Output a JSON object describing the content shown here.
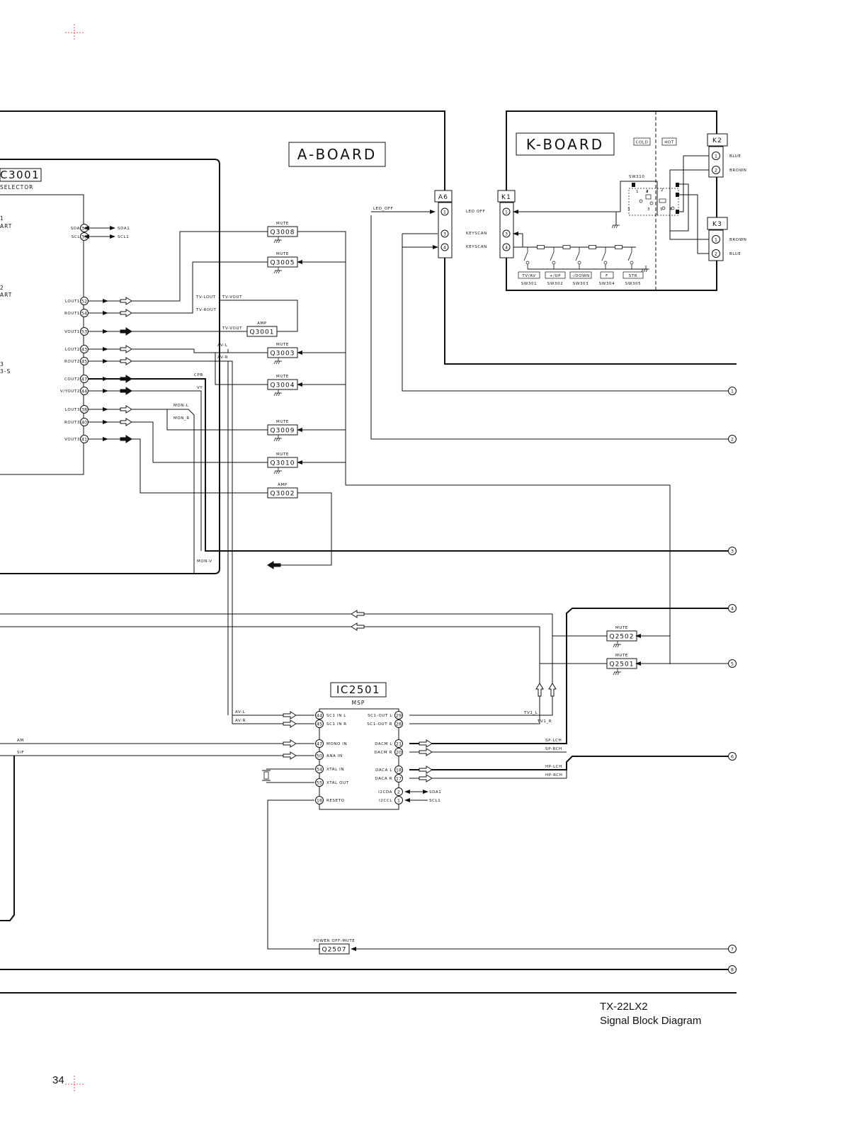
{
  "footer": {
    "model": "TX-22LX2",
    "subtitle": "Signal Block Diagram",
    "page_number": "34"
  },
  "boards": {
    "a_board": "A-BOARD",
    "k_board": "K-BOARD",
    "cold": "COLD",
    "hot": "HOT"
  },
  "ic3001": {
    "name": "C3001",
    "desc": "SELECTOR",
    "left_labels": [
      "1",
      "ART",
      "2",
      "ART",
      "3",
      "3-S"
    ],
    "pins": [
      {
        "name": "SDA",
        "num": "34",
        "net": "SDA1"
      },
      {
        "name": "SCL",
        "num": "33",
        "net": "SCL1"
      },
      {
        "name": "LOUT1",
        "num": "52"
      },
      {
        "name": "ROUT1",
        "num": "54"
      },
      {
        "name": "VOUT1",
        "num": "53"
      },
      {
        "name": "LOUT2",
        "num": "43"
      },
      {
        "name": "ROUT2",
        "num": "45"
      },
      {
        "name": "COUT2",
        "num": "47"
      },
      {
        "name": "V/YOUT2",
        "num": "44"
      },
      {
        "name": "LOUT3",
        "num": "38"
      },
      {
        "name": "ROUT3",
        "num": "40"
      },
      {
        "name": "VOUT3",
        "num": "41"
      }
    ]
  },
  "ic2501": {
    "name": "IC2501",
    "desc": "MSP",
    "left_pins": [
      {
        "num": "44",
        "name": "SC1 IN L"
      },
      {
        "num": "45",
        "name": "SC1 IN R"
      },
      {
        "num": "47",
        "name": "MONO IN"
      },
      {
        "num": "50",
        "name": "ANA IN"
      },
      {
        "num": "54",
        "name": "XTAL IN"
      },
      {
        "num": "55",
        "name": "XTAL OUT"
      },
      {
        "num": "16",
        "name": "RESETQ"
      }
    ],
    "right_pins": [
      {
        "num": "29",
        "name": "SC1-OUT L"
      },
      {
        "num": "28",
        "name": "SC1-OUT R"
      },
      {
        "num": "21",
        "name": "DACM L"
      },
      {
        "num": "20",
        "name": "DACM R"
      },
      {
        "num": "18",
        "name": "DACA L"
      },
      {
        "num": "17",
        "name": "DACA R"
      },
      {
        "num": "2",
        "name": "I2CDA"
      },
      {
        "num": "1",
        "name": "I2CCL"
      }
    ]
  },
  "transistors": [
    {
      "role": "MUTE",
      "ref": "Q3008"
    },
    {
      "role": "MUTE",
      "ref": "Q3005"
    },
    {
      "role": "AMP",
      "ref": "Q3001"
    },
    {
      "role": "MUTE",
      "ref": "Q3003"
    },
    {
      "role": "MUTE",
      "ref": "Q3004"
    },
    {
      "role": "MUTE",
      "ref": "Q3009"
    },
    {
      "role": "MUTE",
      "ref": "Q3010"
    },
    {
      "role": "AMP",
      "ref": "Q3002"
    },
    {
      "role": "MUTE",
      "ref": "Q2502"
    },
    {
      "role": "MUTE",
      "ref": "Q2501"
    },
    {
      "role": "POWER OFF-MUTE",
      "ref": "Q2507"
    }
  ],
  "nets": {
    "tv_lout": "TV-LOUT",
    "tv_vout_a": "TV-VOUT",
    "tv_rout": "TV-ROUT",
    "tv_vout_b": "TV-VOUT",
    "av_l": "AV-L",
    "av_r": "AV-R",
    "cpb": "CPB",
    "vy": "VY",
    "mon_l": "MON-L",
    "mon_r": "MON_R",
    "mon_v": "MON-V",
    "led_off_a": "LED_OFF",
    "led_off_k": "LED OFF",
    "keyscan1": "KEYSCAN",
    "keyscan2": "KEYSCAN",
    "av_l2": "AV-L",
    "av_r2": "AV-R",
    "am": "AM",
    "sif": "SIF",
    "tv1_l": "TV1_L",
    "tv1_r": "TV1_R",
    "sp_lch": "SP-LCH",
    "sp_rch": "SP-RCH",
    "hp_lch": "HP-LCH",
    "hp_rch": "HP-RCH",
    "sda1": "SDA1",
    "scl1": "SCL1"
  },
  "connectors": {
    "a6": {
      "name": "A6",
      "pins": [
        "1",
        "3",
        "4"
      ]
    },
    "k1": {
      "name": "K1",
      "pins": [
        "1",
        "3",
        "4"
      ]
    },
    "k2": {
      "name": "K2",
      "pins": [
        "1",
        "2"
      ],
      "wires": [
        "BLUE",
        "BROWN"
      ]
    },
    "k3": {
      "name": "K3",
      "pins": [
        "1",
        "2"
      ],
      "wires": [
        "BROWN",
        "BLUE"
      ]
    }
  },
  "switches": {
    "sw310": "SW310",
    "buttons": [
      {
        "key": "TV/AV",
        "ref": "SW301"
      },
      {
        "key": "+/UP",
        "ref": "SW302"
      },
      {
        "key": "-/DOWN",
        "ref": "SW303"
      },
      {
        "key": "F",
        "ref": "SW304"
      },
      {
        "key": "STR",
        "ref": "SW305"
      }
    ],
    "contacts": [
      "1",
      "2",
      "3",
      "4",
      "1",
      "2",
      "3",
      "4"
    ]
  },
  "offpage": [
    "1",
    "2",
    "3",
    "4",
    "5",
    "6",
    "7",
    "8"
  ]
}
